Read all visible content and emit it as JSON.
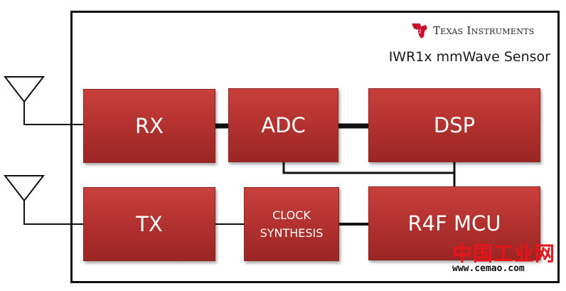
{
  "brand": {
    "logo_text": "Texas Instruments",
    "logo_color": "#c8102e"
  },
  "product_label": "IWR1x mmWave Sensor",
  "blocks": {
    "rx": "RX",
    "adc": "ADC",
    "dsp": "DSP",
    "tx": "TX",
    "clock_line1": "CLOCK",
    "clock_line2": "SYNTHESIS",
    "mcu": "R4F MCU"
  },
  "colors": {
    "block_fill": "#b0302d",
    "wire": "#111111"
  },
  "watermark": {
    "site_name": "中国工业网",
    "url": "www.cemao.com",
    "color": "#e8131b"
  }
}
